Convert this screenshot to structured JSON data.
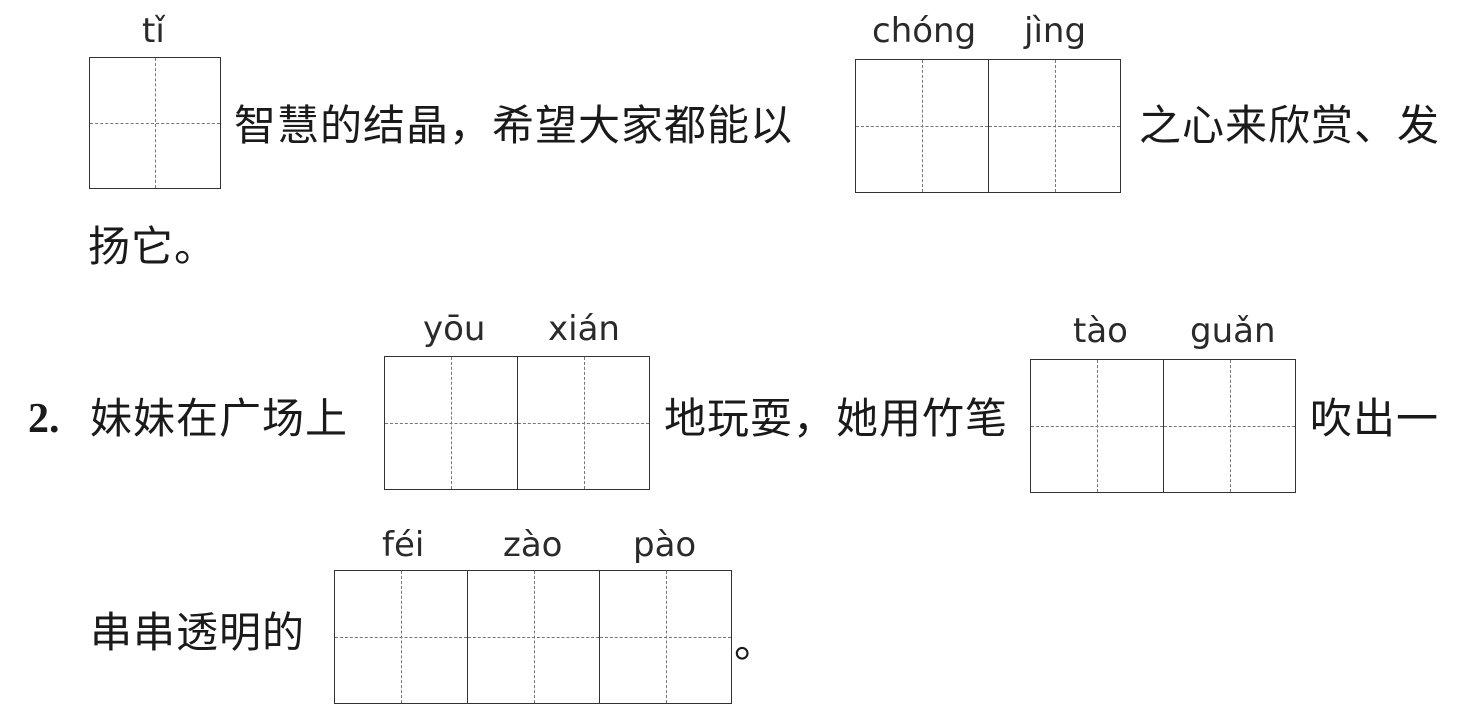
{
  "q1": {
    "pinyin_1": "tǐ",
    "line1_mid": "智慧的结晶，希望大家都能以",
    "pinyin_2a": "chóng",
    "pinyin_2b": "jìng",
    "line1_end": "之心来欣赏、发",
    "line2": "扬它。"
  },
  "q2": {
    "number": "2.",
    "line1_start": "妹妹在广场上",
    "pinyin_1a": "yōu",
    "pinyin_1b": "xián",
    "line1_mid": "地玩耍，她用竹笔",
    "pinyin_2a": "tào",
    "pinyin_2b": "guǎn",
    "line1_end": "吹出一",
    "pinyin_3a": "féi",
    "pinyin_3b": "zào",
    "pinyin_3c": "pào",
    "line2_start": "串串透明的",
    "line2_end": "。"
  }
}
